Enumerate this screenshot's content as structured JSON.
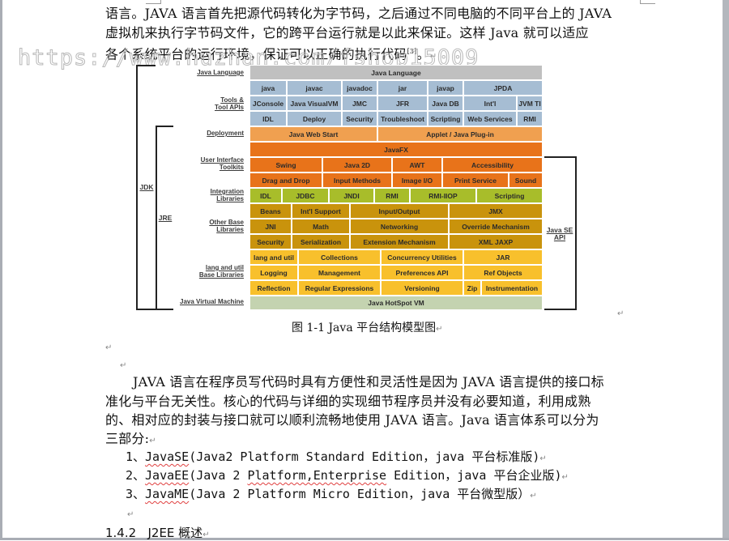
{
  "watermark": "https://www.huzhan.com/fshop15009",
  "intro": {
    "lines": [
      "语言。JAVA 语言首先把源代码转化为字节码，之后通过不同电脑的不同平台上的 JAVA",
      "虚拟机来执行字节码文件，它的跨平台运行就是以此来保证。这样 Java 就可以适应",
      "各个系统平台的运行环境，保证可以正确的执行代码"
    ],
    "citation": "[3]",
    "end": "。",
    "para_mark": "↵"
  },
  "figure": {
    "row_labels": {
      "java_language": "Java Language",
      "tools": [
        "Tools &",
        "Tool APIs"
      ],
      "deployment": "Deployment",
      "ui_toolkits": [
        "User Interface",
        "Toolkits"
      ],
      "integration": [
        "Integration",
        "Libraries"
      ],
      "other_base": [
        "Other Base",
        "Libraries"
      ],
      "lang_util": [
        "lang and util",
        "Base Libraries"
      ],
      "jvm": "Java Virtual Machine"
    },
    "brackets": {
      "jdk": "JDK",
      "jre": "JRE",
      "java_se_api": [
        "Java SE",
        "API"
      ]
    },
    "rows": {
      "java_language": [
        "Java Language"
      ],
      "tools1": [
        "java",
        "javac",
        "javadoc",
        "jar",
        "javap",
        "JPDA"
      ],
      "tools2": [
        "JConsole",
        "Java VisualVM",
        "JMC",
        "JFR",
        "Java DB",
        "Int'l",
        "JVM TI"
      ],
      "tools3": [
        "IDL",
        "Deploy",
        "Security",
        "Troubleshoot",
        "Scripting",
        "Web Services",
        "RMI"
      ],
      "deployment": [
        "Java Web Start",
        "Applet / Java Plug-in"
      ],
      "javafx": [
        "JavaFX"
      ],
      "ui1": [
        "Swing",
        "Java 2D",
        "AWT",
        "Accessibility"
      ],
      "ui2": [
        "Drag and Drop",
        "Input Methods",
        "Image I/O",
        "Print Service",
        "Sound"
      ],
      "integration": [
        "IDL",
        "JDBC",
        "JNDI",
        "RMI",
        "RMI-IIOP",
        "Scripting"
      ],
      "other1": [
        "Beans",
        "Int'l Support",
        "Input/Output",
        "JMX"
      ],
      "other2": [
        "JNI",
        "Math",
        "Networking",
        "Override Mechanism"
      ],
      "other3": [
        "Security",
        "Serialization",
        "Extension Mechanism",
        "XML JAXP"
      ],
      "lang1": [
        "lang and util",
        "Collections",
        "Concurrency Utilities",
        "JAR"
      ],
      "lang2": [
        "Logging",
        "Management",
        "Preferences API",
        "Ref Objects"
      ],
      "lang3": [
        "Reflection",
        "Regular Expressions",
        "Versioning",
        "Zip",
        "Instrumentation"
      ],
      "jvm": [
        "Java HotSpot VM"
      ]
    },
    "colors": {
      "java_language": "#c0c0c0",
      "tools": "#a6bdd3",
      "deployment": "#f0a050",
      "ui": "#e8731a",
      "integration": "#a8bd2a",
      "other_base": "#c9930c",
      "lang_util": "#f8c02c",
      "jvm": "#c4d3b0"
    },
    "caption": "图 1-1   Java 平台结构模型图"
  },
  "body": {
    "paragraph_lines": [
      "JAVA 语言在程序员写代码时具有方便性和灵活性是因为 JAVA 语言提供的接口标",
      "准化与平台无关性。核心的代码与详细的实现细节程序员并没有必要知道，利用成熟",
      "的、相对应的封装与接口就可以顺利流畅地使用 JAVA 语言。Java 语言体系可以分为",
      "三部分:"
    ],
    "list": [
      {
        "num": "1、",
        "term": "JavaSE",
        "rest": "(Java2 Platform Standard Edition，java 平台标准版)"
      },
      {
        "num": "2、",
        "term": "JavaEE",
        "rest_pre": "(Java 2 ",
        "rest_squig": "Platform,Enterprise",
        "rest_post": " Edition，java 平台企业版)"
      },
      {
        "num": "3、",
        "term": "JavaME",
        "rest": "(Java 2 Platform Micro Edition，java 平台微型版）"
      }
    ]
  },
  "heading": {
    "number": "1.4.2",
    "title": "J2EE 概述"
  }
}
